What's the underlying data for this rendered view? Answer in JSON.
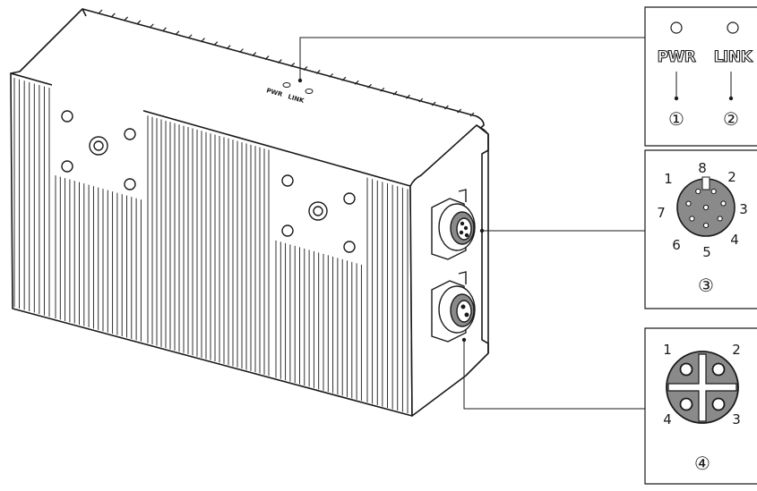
{
  "device": {
    "led_labels_on_body": [
      "PWR",
      "LINK"
    ]
  },
  "callouts": {
    "led_panel": {
      "labels": [
        "PWR",
        "LINK"
      ],
      "numbers": [
        "①",
        "②"
      ]
    },
    "connector_8pin": {
      "pins": [
        "1",
        "2",
        "3",
        "4",
        "5",
        "6",
        "7",
        "8"
      ],
      "number": "③"
    },
    "connector_4pin": {
      "pins": [
        "1",
        "2",
        "3",
        "4"
      ],
      "number": "④"
    }
  },
  "colors": {
    "line": "#1a1a1a",
    "connector_fill": "#8a8a8a",
    "background": "#ffffff"
  }
}
